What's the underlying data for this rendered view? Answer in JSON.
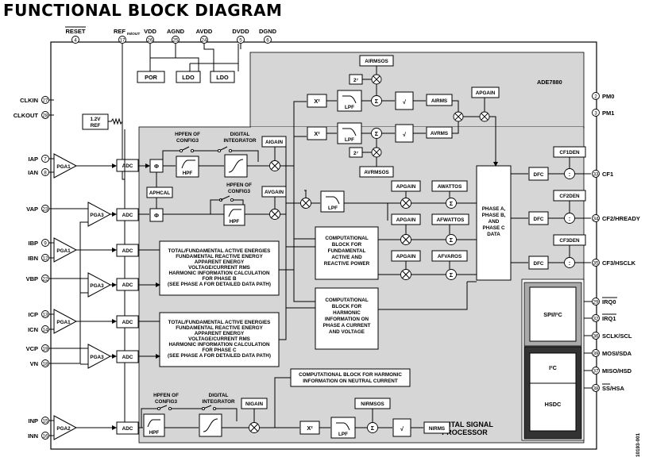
{
  "title": "FUNCTIONAL BLOCK DIAGRAM",
  "chip": "ADE7880",
  "dsp_title": [
    "DIGITAL SIGNAL",
    "PROCESSOR"
  ],
  "top_pins": [
    {
      "name": "RESET",
      "num": "4"
    },
    {
      "name": "REF",
      "sub": "IN/OUT",
      "num": "17"
    },
    {
      "name": "VDD",
      "num": "26"
    },
    {
      "name": "AGND",
      "num": "25"
    },
    {
      "name": "AVDD",
      "num": "24"
    },
    {
      "name": "DVDD",
      "num": "5"
    },
    {
      "name": "DGND",
      "num": "6"
    }
  ],
  "left_pins": [
    {
      "name": "CLKIN",
      "num": "27"
    },
    {
      "name": "CLKOUT",
      "num": "28"
    },
    {
      "name": "IAP",
      "num": "7"
    },
    {
      "name": "IAN",
      "num": "8"
    },
    {
      "name": "VAP",
      "num": "23"
    },
    {
      "name": "IBP",
      "num": "9"
    },
    {
      "name": "IBN",
      "num": "12"
    },
    {
      "name": "VBP",
      "num": "22"
    },
    {
      "name": "ICP",
      "num": "13"
    },
    {
      "name": "ICN",
      "num": "14"
    },
    {
      "name": "VCP",
      "num": "19"
    },
    {
      "name": "VN",
      "num": "18"
    },
    {
      "name": "INP",
      "num": "15"
    },
    {
      "name": "INN",
      "num": "16"
    }
  ],
  "right_pins": [
    {
      "name": "PM0",
      "num": "2"
    },
    {
      "name": "PM1",
      "num": "3"
    },
    {
      "name": "CF1",
      "num": "33"
    },
    {
      "name": "CF2/HREADY",
      "num": "34"
    },
    {
      "name": "CF3/HSCLK",
      "num": "35"
    },
    {
      "name": "IRQ0",
      "num": "29"
    },
    {
      "name": "IRQ1",
      "num": "32"
    },
    {
      "name": "SCLK/SCL",
      "num": "36"
    },
    {
      "name": "MOSI/SDA",
      "num": "39"
    },
    {
      "name": "MISO/HSD",
      "num": "37"
    },
    {
      "name": "SS/HSA",
      "num": "38"
    }
  ],
  "blocks": {
    "por": "POR",
    "ldo": "LDO",
    "ref": [
      "1.2V",
      "REF"
    ],
    "pga1": "PGA1",
    "pga2": "PGA2",
    "pga3": "PGA3",
    "adc": "ADC",
    "phi": "Φ",
    "hpf": "HPF",
    "lpf": "LPF",
    "x2": "X²",
    "sqrt": "√",
    "sigma": "Σ",
    "mult": "×",
    "dfc": "DFC",
    "hpfen": [
      "HPFEN OF",
      "CONFIG3"
    ],
    "digital_integrator": [
      "DIGITAL",
      "INTEGRATOR"
    ],
    "aigain": "AIGAIN",
    "avgain": "AVGAIN",
    "aphcal": "APHCAL",
    "airmsos": "AIRMSOS",
    "avrmsos": "AVRMSOS",
    "airms": "AIRMS",
    "avrms": "AVRMS",
    "pow27": "2⁷",
    "apgain": "APGAIN",
    "awattos": "AWATTOS",
    "afwattos": "AFWATTOS",
    "afvaros": "AFVAROS",
    "cf1den": "CF1DEN",
    "cf2den": "CF2DEN",
    "cf3den": "CF3DEN",
    "phase_data": [
      "PHASE A,",
      "PHASE B,",
      "AND",
      "PHASE C",
      "DATA"
    ],
    "comp_power": [
      "COMPUTATIONAL",
      "BLOCK FOR",
      "FUNDAMENTAL",
      "ACTIVE AND",
      "REACTIVE POWER"
    ],
    "comp_harm": [
      "COMPUTATIONAL",
      "BLOCK FOR",
      "HARMONIC",
      "INFORMATION ON",
      "PHASE A CURRENT",
      "AND VOLTAGE"
    ],
    "phase_b": [
      "TOTAL/FUNDAMENTAL ACTIVE ENERGIES",
      "FUNDAMENTAL REACTIVE ENERGY",
      "APPARENT ENERGY",
      "VOLTAGE/CURRENT RMS",
      "HARMONIC INFORMATION CALCULATION",
      "FOR PHASE B",
      "(SEE PHASE A FOR DETAILED DATA PATH)"
    ],
    "phase_c": [
      "TOTAL/FUNDAMENTAL ACTIVE ENERGIES",
      "FUNDAMENTAL REACTIVE ENERGY",
      "APPARENT ENERGY",
      "VOLTAGE/CURRENT RMS",
      "HARMONIC INFORMATION CALCULATION",
      "FOR PHASE C",
      "(SEE PHASE A FOR DETAILED DATA PATH)"
    ],
    "comp_neutral": [
      "COMPUTATIONAL BLOCK FOR HARMONIC",
      "INFORMATION ON NEUTRAL CURRENT"
    ],
    "nigain": "NIGAIN",
    "nirmsos": "NIRMSOS",
    "nirms": "NIRMS",
    "spi": "SPI/I²C",
    "i2c": "I²C",
    "hsdc": "HSDC",
    "fig_id": "10193-001"
  }
}
